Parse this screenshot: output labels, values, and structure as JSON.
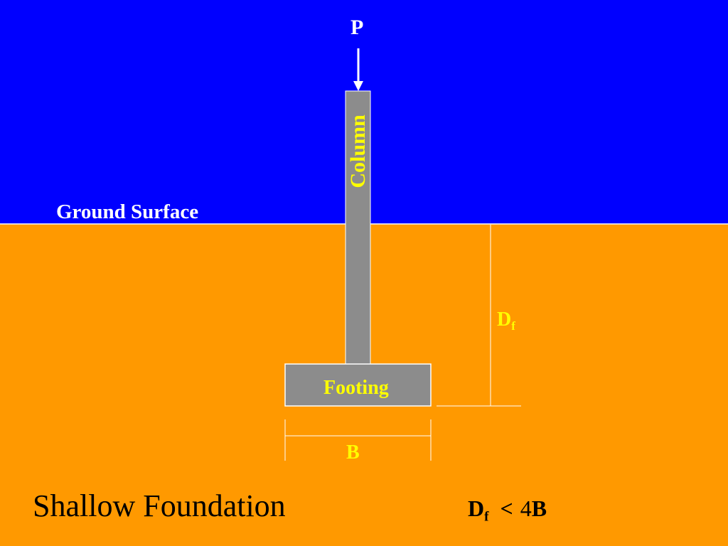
{
  "colors": {
    "sky": "#0000ff",
    "soil": "#ff9900",
    "structure": "#8c8c8c",
    "line": "#ffffff",
    "label_yellow": "#ffff00",
    "label_white": "#ffffff",
    "title_black": "#000000"
  },
  "labels": {
    "load": "P",
    "column": "Column",
    "ground_surface": "Ground Surface",
    "depth_main": "D",
    "depth_sub": "f",
    "footing": "Footing",
    "width": "B",
    "title": "Shallow Foundation"
  },
  "criterion": {
    "symbol_main": "D",
    "symbol_sub": "f",
    "operator": "<",
    "value": "4",
    "unit_symbol": "B"
  }
}
